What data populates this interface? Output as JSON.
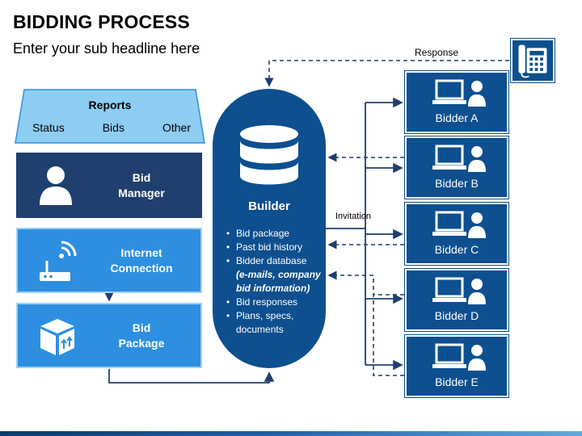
{
  "header": {
    "title": "BIDDING PROCESS",
    "subtitle": "Enter your sub headline here"
  },
  "reports": {
    "title": "Reports",
    "items": [
      "Status",
      "Bids",
      "Other"
    ]
  },
  "left_boxes": {
    "bid_manager": {
      "line1": "Bid",
      "line2": "Manager",
      "icon": "person-icon"
    },
    "internet": {
      "line1": "Internet",
      "line2": "Connection",
      "icon": "router-icon"
    },
    "package": {
      "line1": "Bid",
      "line2": "Package",
      "icon": "package-box-icon"
    }
  },
  "builder": {
    "title": "Builder",
    "icon": "database-icon",
    "items": [
      "Bid package",
      "Past bid history",
      "Bidder database"
    ],
    "italic_note": "(e-mails, company bid information)",
    "items2": [
      "Bid responses",
      "Plans, specs, documents"
    ]
  },
  "bidders": [
    {
      "label": "Bidder A"
    },
    {
      "label": "Bidder B"
    },
    {
      "label": "Bidder C"
    },
    {
      "label": "Bidder D"
    },
    {
      "label": "Bidder E"
    }
  ],
  "connectors": {
    "invitation": "Invitation",
    "response": "Response"
  },
  "phone": {
    "icon": "phone-icon"
  },
  "colors": {
    "navy": "#1f3f6e",
    "builder_blue": "#0d4f8f",
    "light_blue": "#2e8fe0",
    "reports_fill": "#8ecdf2"
  }
}
